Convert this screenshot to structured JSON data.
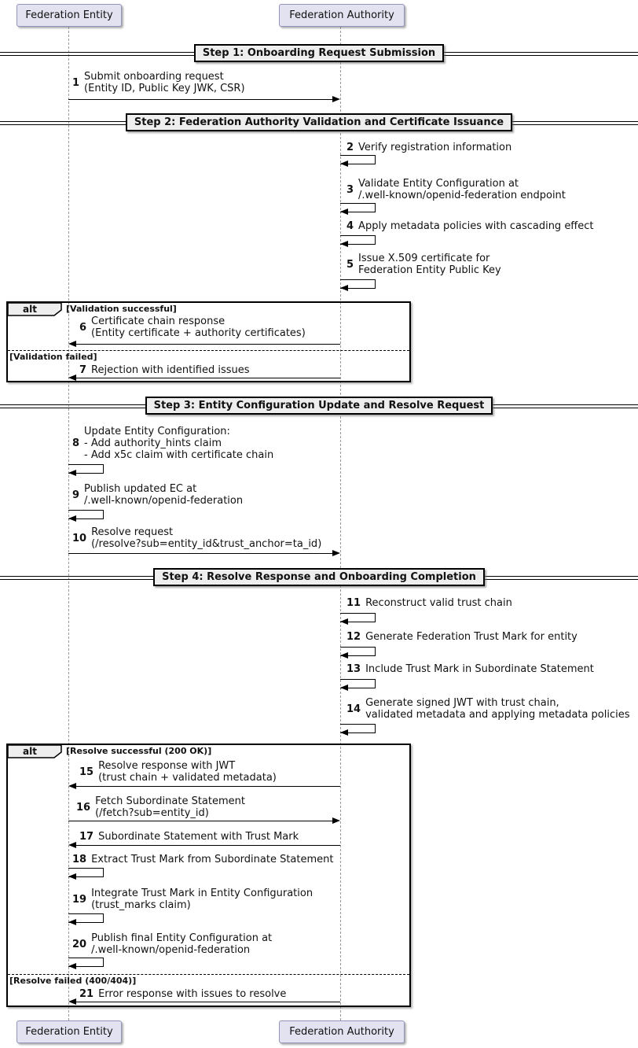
{
  "participants": [
    {
      "name": "Federation Entity"
    },
    {
      "name": "Federation Authority"
    }
  ],
  "dividers": [
    {
      "label": "Step 1: Onboarding Request Submission"
    },
    {
      "label": "Step 2: Federation Authority Validation and Certificate Issuance"
    },
    {
      "label": "Step 3: Entity Configuration Update and Resolve Request"
    },
    {
      "label": "Step 4: Resolve Response and Onboarding Completion"
    }
  ],
  "frames": [
    {
      "keyword": "alt",
      "guards": [
        "[Validation successful]",
        "[Validation failed]"
      ]
    },
    {
      "keyword": "alt",
      "guards": [
        "[Resolve successful (200 OK)]",
        "[Resolve failed (400/404)]"
      ]
    }
  ],
  "messages": [
    {
      "num": "1",
      "text": "Submit onboarding request\n(Entity ID, Public Key JWK, CSR)"
    },
    {
      "num": "2",
      "text": "Verify registration information"
    },
    {
      "num": "3",
      "text": "Validate Entity Configuration at\n/.well-known/openid-federation endpoint"
    },
    {
      "num": "4",
      "text": "Apply metadata policies with cascading effect"
    },
    {
      "num": "5",
      "text": "Issue X.509 certificate for\nFederation Entity Public Key"
    },
    {
      "num": "6",
      "text": "Certificate chain response\n(Entity certificate + authority certificates)"
    },
    {
      "num": "7",
      "text": "Rejection with identified issues"
    },
    {
      "num": "8",
      "text": "Update Entity Configuration:\n- Add authority_hints claim\n- Add x5c claim with certificate chain"
    },
    {
      "num": "9",
      "text": "Publish updated EC at\n/.well-known/openid-federation"
    },
    {
      "num": "10",
      "text": "Resolve request\n(/resolve?sub=entity_id&trust_anchor=ta_id)"
    },
    {
      "num": "11",
      "text": "Reconstruct valid trust chain"
    },
    {
      "num": "12",
      "text": "Generate Federation Trust Mark for entity"
    },
    {
      "num": "13",
      "text": "Include Trust Mark in Subordinate Statement"
    },
    {
      "num": "14",
      "text": "Generate signed JWT with trust chain,\nvalidated metadata and applying metadata policies"
    },
    {
      "num": "15",
      "text": "Resolve response with JWT\n(trust chain + validated metadata)"
    },
    {
      "num": "16",
      "text": "Fetch Subordinate Statement\n(/fetch?sub=entity_id)"
    },
    {
      "num": "17",
      "text": "Subordinate Statement with Trust Mark"
    },
    {
      "num": "18",
      "text": "Extract Trust Mark from Subordinate Statement"
    },
    {
      "num": "19",
      "text": "Integrate Trust Mark in Entity Configuration\n(trust_marks claim)"
    },
    {
      "num": "20",
      "text": "Publish final Entity Configuration at\n/.well-known/openid-federation"
    },
    {
      "num": "21",
      "text": "Error response with issues to resolve"
    }
  ],
  "colors": {
    "participant_fill": "#E2E2F0",
    "participant_border": "#9393BB",
    "divider_fill": "#EEEEEE",
    "frame_border": "#000000",
    "lifeline": "#9A9A9A",
    "text": "#111111"
  }
}
